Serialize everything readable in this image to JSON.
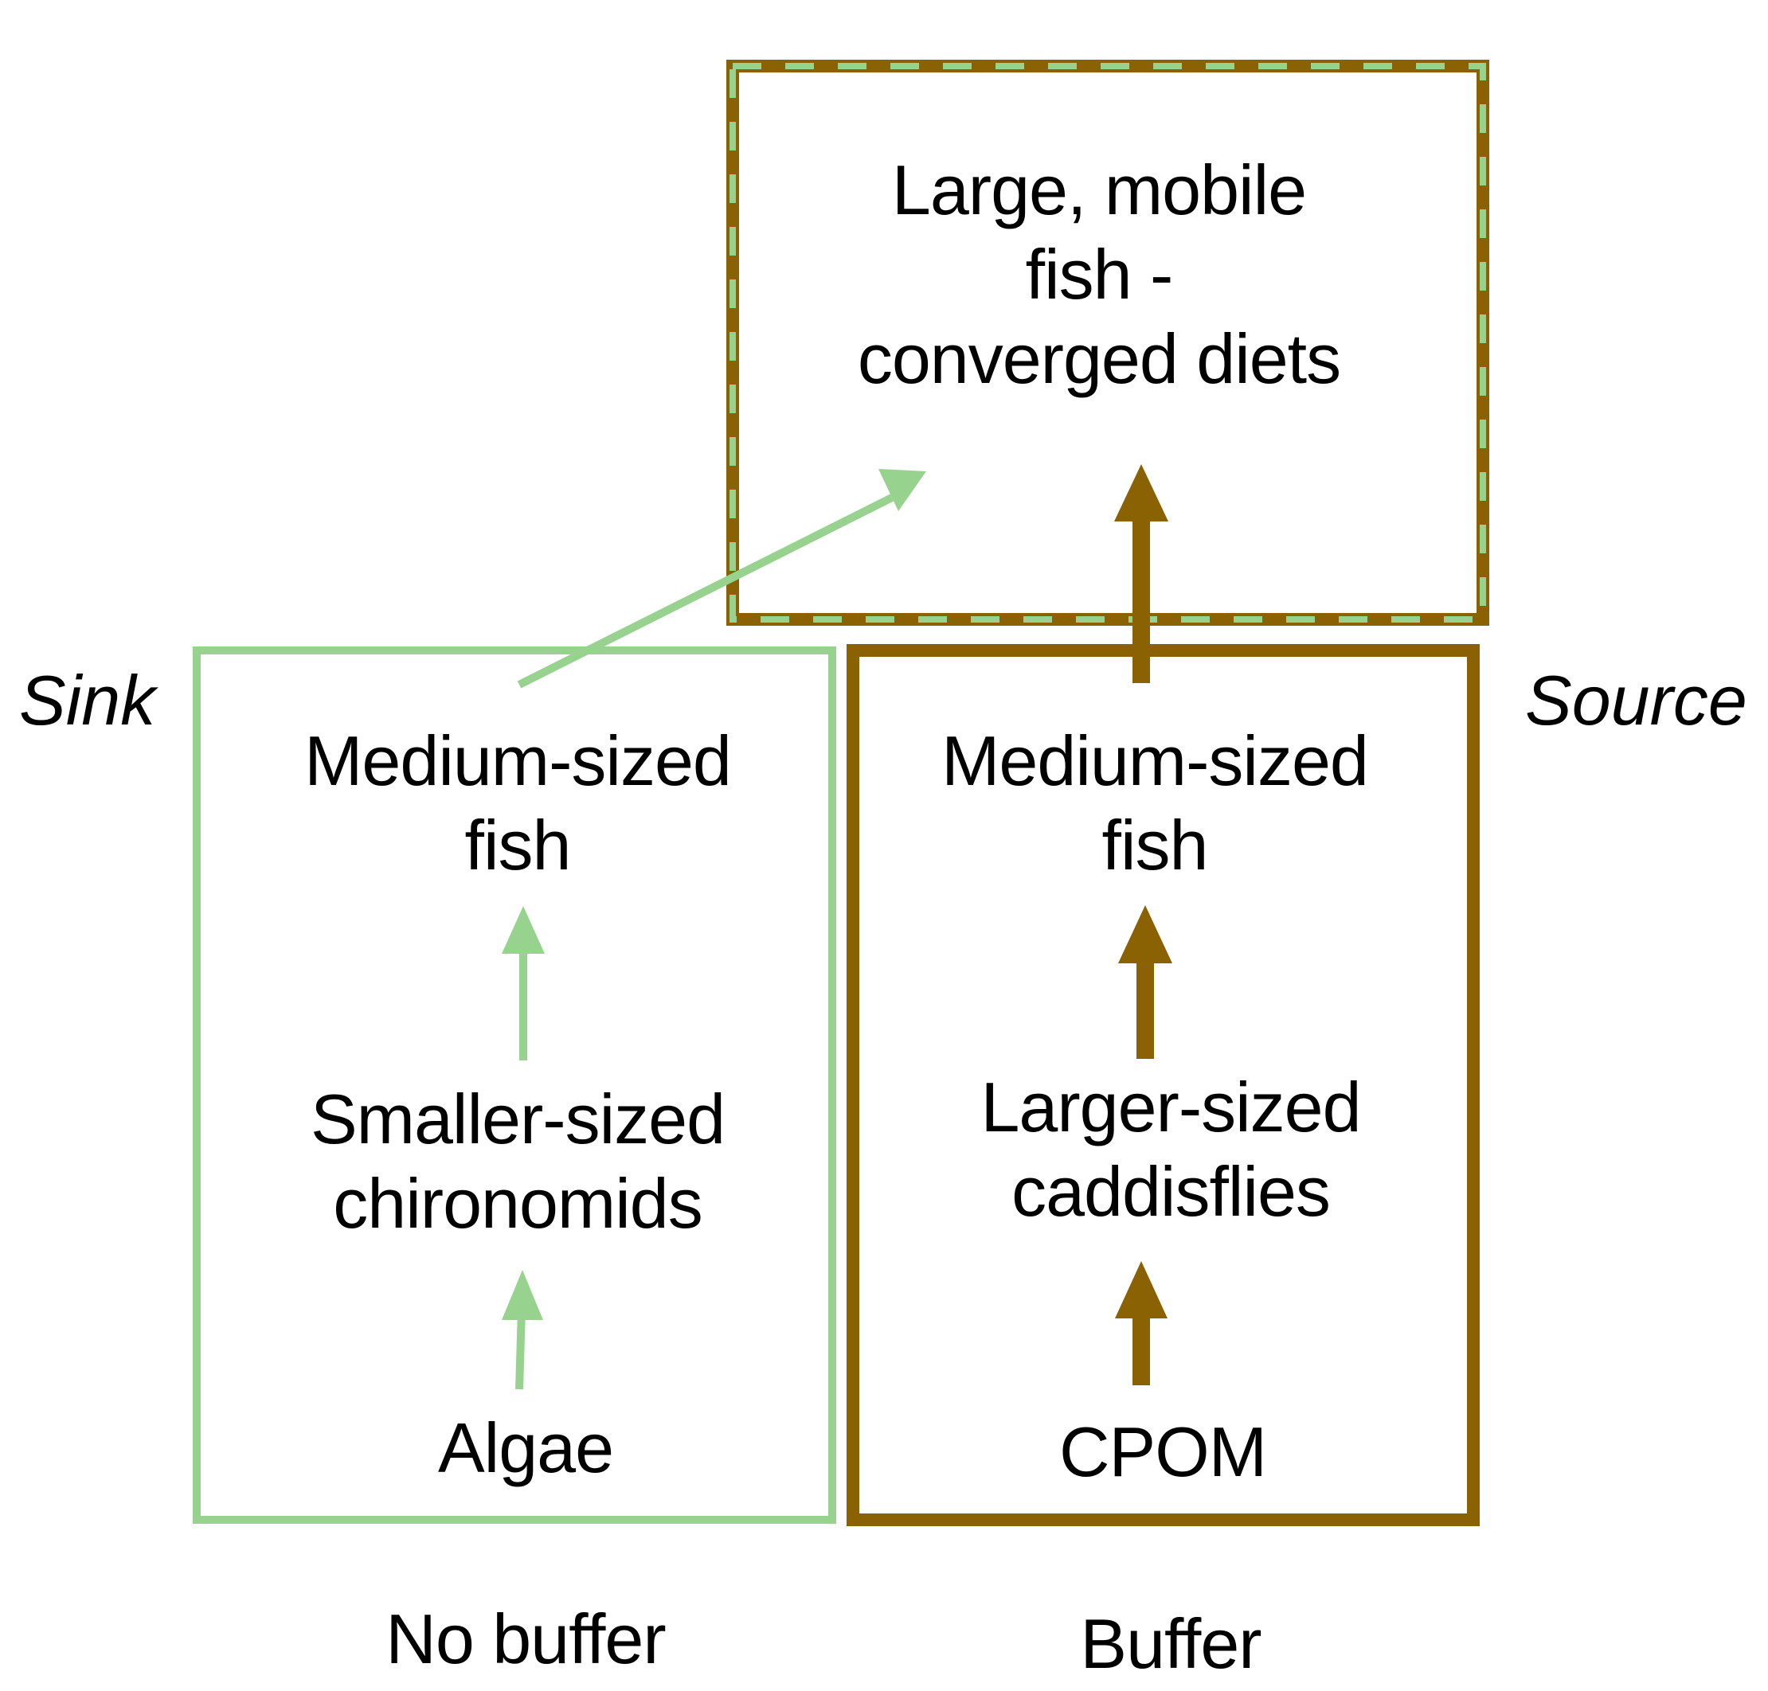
{
  "colors": {
    "green": "#97d38f",
    "brown": "#8a6103"
  },
  "top_box": {
    "lines": [
      "Large, mobile",
      "fish -",
      "converged diets"
    ]
  },
  "left_box": {
    "fish": [
      "Medium-sized",
      "fish"
    ],
    "invertebrates": [
      "Smaller-sized",
      "chironomids"
    ],
    "base": "Algae"
  },
  "right_box": {
    "fish": [
      "Medium-sized",
      "fish"
    ],
    "invertebrates": [
      "Larger-sized",
      "caddisflies"
    ],
    "base": "CPOM"
  },
  "side_labels": {
    "left": "Sink",
    "right": "Source"
  },
  "bottom_labels": {
    "left": "No buffer",
    "right": "Buffer"
  }
}
